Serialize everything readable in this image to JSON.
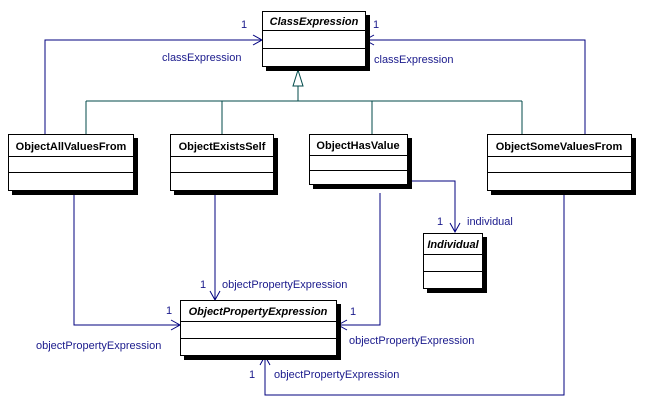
{
  "classes": {
    "class_expression": "ClassExpression",
    "object_all_values_from": "ObjectAllValuesFrom",
    "object_exists_self": "ObjectExistsSelf",
    "object_has_value": "ObjectHasValue",
    "object_some_values_from": "ObjectSomeValuesFrom",
    "individual": "Individual",
    "object_property_expression": "ObjectPropertyExpression"
  },
  "associations": {
    "all_values_class": {
      "role": "classExpression",
      "multiplicity": "1"
    },
    "some_values_class": {
      "role": "classExpression",
      "multiplicity": "1"
    },
    "has_value_individual": {
      "role": "individual",
      "multiplicity": "1"
    },
    "all_values_ope": {
      "role": "objectPropertyExpression",
      "multiplicity": "1"
    },
    "exists_self_ope": {
      "role": "objectPropertyExpression",
      "multiplicity": "1"
    },
    "has_value_ope": {
      "role": "objectPropertyExpression",
      "multiplicity": "1"
    },
    "some_values_ope": {
      "role": "objectPropertyExpression",
      "multiplicity": "1"
    }
  },
  "colors": {
    "association_line": "#00007f",
    "generalization_line": "#004a4a",
    "label_text": "#1a1a8c"
  }
}
